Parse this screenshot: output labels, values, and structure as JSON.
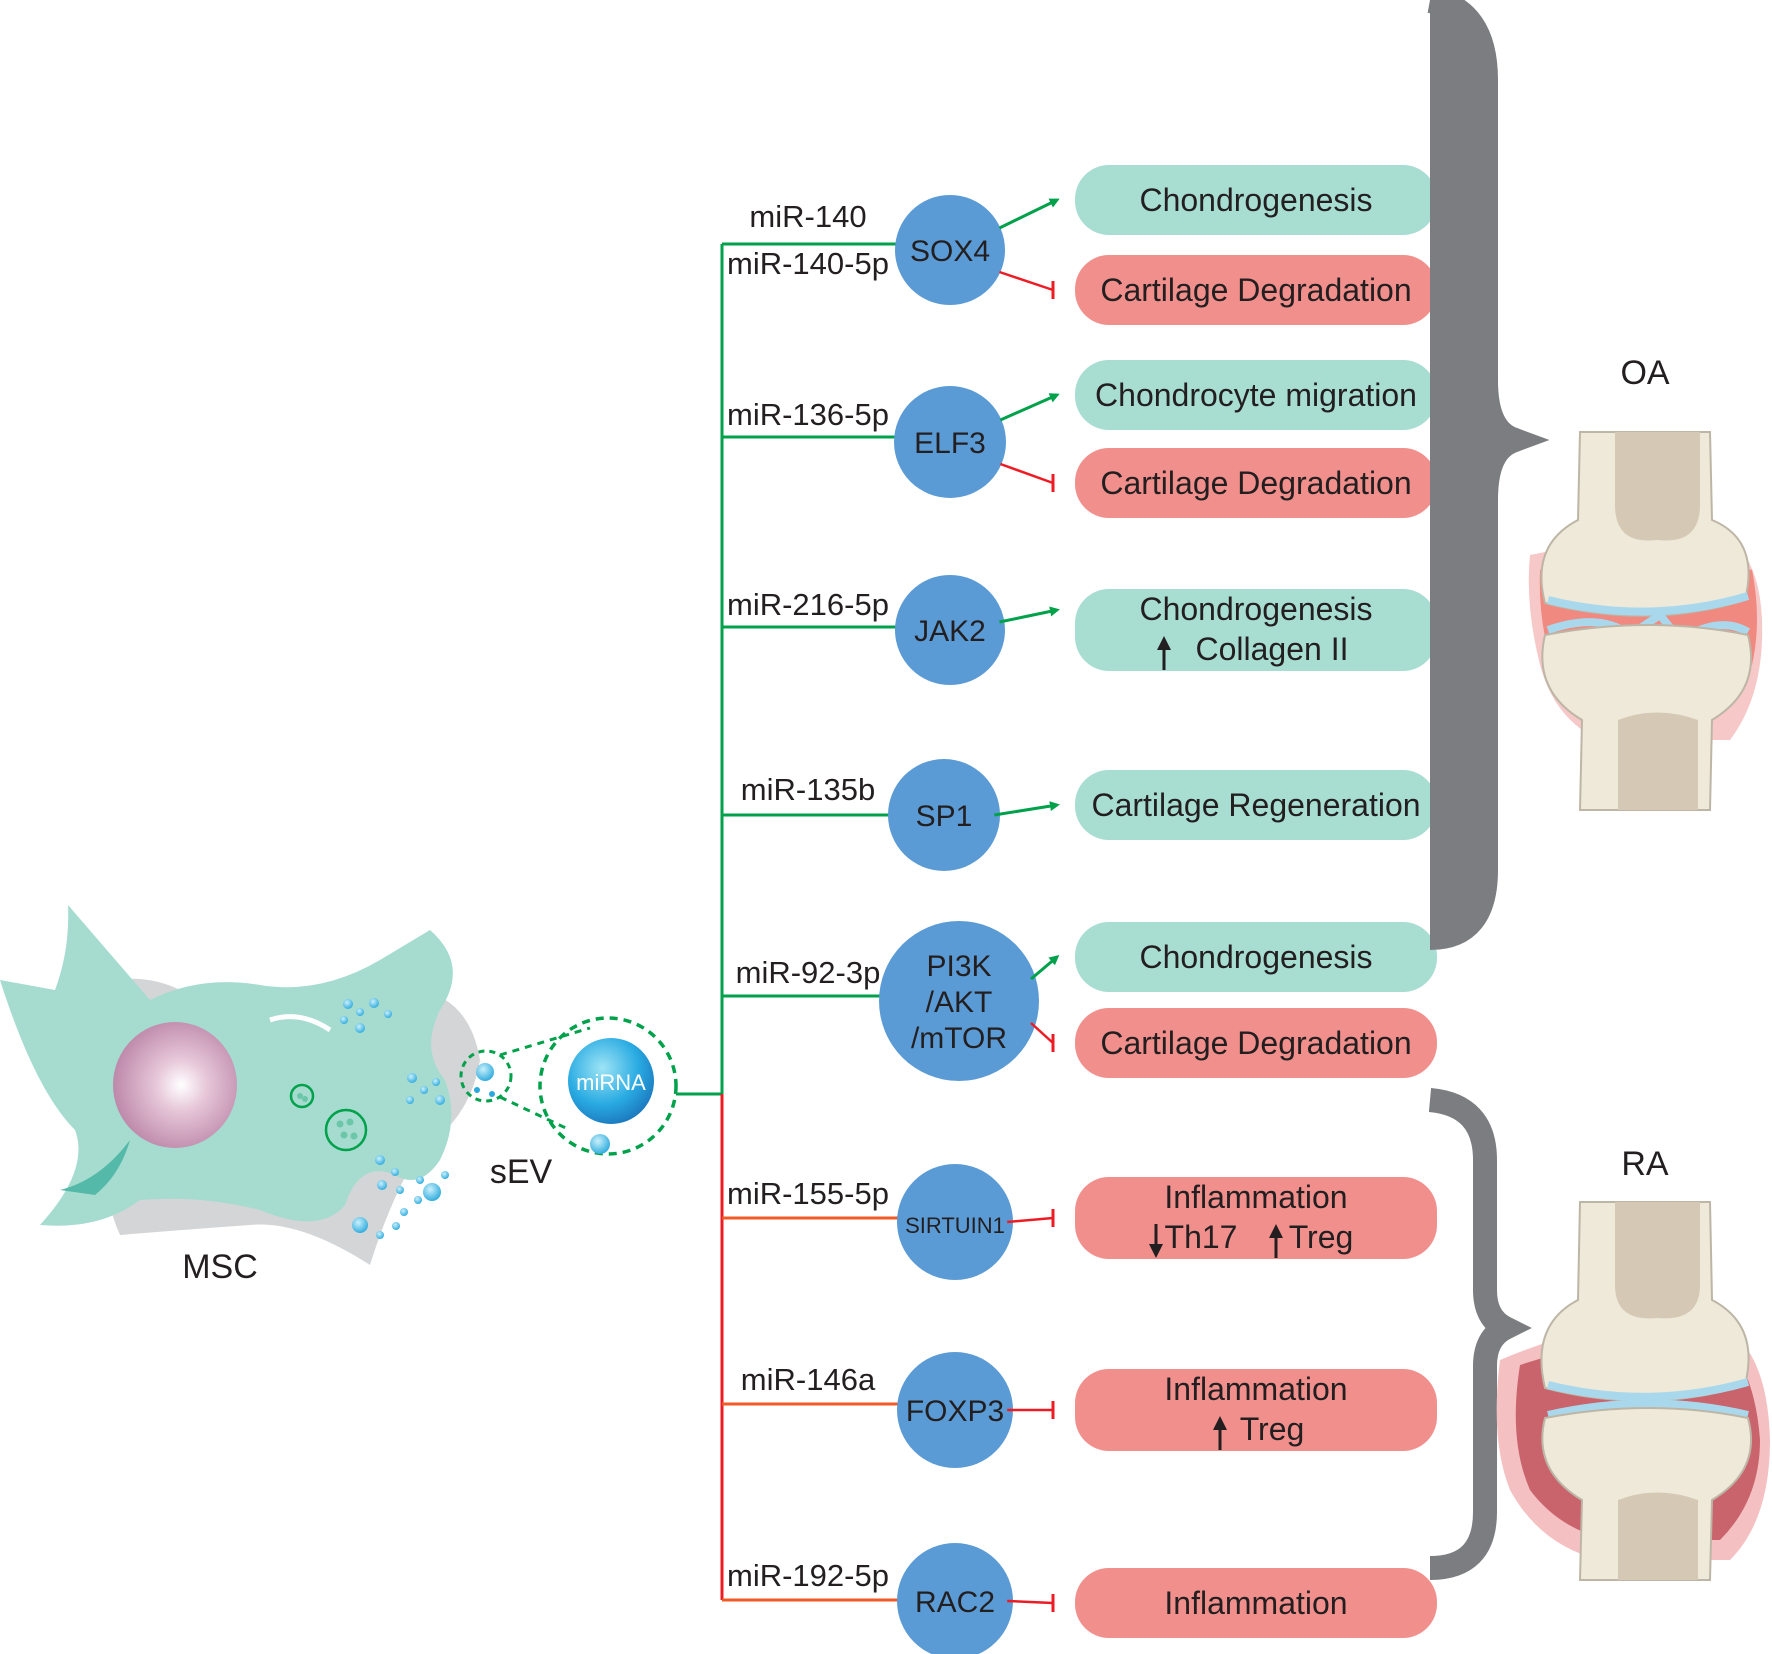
{
  "cell": {
    "label": "MSC"
  },
  "vesicle": {
    "label": "sEV",
    "cargo_label": "miRNA"
  },
  "pathways": [
    {
      "mirnas": [
        "miR-140",
        "miR-140-5p"
      ],
      "target": [
        "SOX4"
      ],
      "color": "#00a14b",
      "outcomes": [
        {
          "lines": [
            "Chondrogenesis"
          ],
          "effect": "promote"
        },
        {
          "lines": [
            "Cartilage Degradation"
          ],
          "effect": "inhibit"
        }
      ]
    },
    {
      "mirnas": [
        "miR-136-5p"
      ],
      "target": [
        "ELF3"
      ],
      "color": "#00a14b",
      "outcomes": [
        {
          "lines": [
            "Chondrocyte migration"
          ],
          "effect": "promote"
        },
        {
          "lines": [
            "Cartilage Degradation"
          ],
          "effect": "inhibit"
        }
      ]
    },
    {
      "mirnas": [
        "miR-216-5p"
      ],
      "target": [
        "JAK2"
      ],
      "color": "#00a14b",
      "outcomes": [
        {
          "lines": [
            "Chondrogenesis",
            "Collagen II"
          ],
          "effect": "promote"
        }
      ]
    },
    {
      "mirnas": [
        "miR-135b"
      ],
      "target": [
        "SP1"
      ],
      "color": "#00a14b",
      "outcomes": [
        {
          "lines": [
            "Cartilage Regeneration"
          ],
          "effect": "promote"
        }
      ]
    },
    {
      "mirnas": [
        "miR-92-3p"
      ],
      "target": [
        "PI3K",
        "/AKT",
        "/mTOR"
      ],
      "color": "#00a14b",
      "outcomes": [
        {
          "lines": [
            "Chondrogenesis"
          ],
          "effect": "promote"
        },
        {
          "lines": [
            "Cartilage Degradation"
          ],
          "effect": "inhibit"
        }
      ]
    },
    {
      "mirnas": [
        "miR-155-5p"
      ],
      "target": [
        "SIRTUIN1"
      ],
      "color": "#f15a24",
      "outcomes": [
        {
          "lines": [
            "Inflammation",
            "Th17",
            "Treg"
          ],
          "effect": "inhibit"
        }
      ]
    },
    {
      "mirnas": [
        "miR-146a"
      ],
      "target": [
        "FOXP3"
      ],
      "color": "#f15a24",
      "outcomes": [
        {
          "lines": [
            "Inflammation",
            "Treg"
          ],
          "effect": "inhibit"
        }
      ]
    },
    {
      "mirnas": [
        "miR-192-5p"
      ],
      "target": [
        "RAC2"
      ],
      "color": "#f15a24",
      "outcomes": [
        {
          "lines": [
            "Inflammation"
          ],
          "effect": "inhibit"
        }
      ]
    }
  ],
  "diseases": [
    {
      "label": "OA"
    },
    {
      "label": "RA"
    }
  ],
  "colors": {
    "promote_line": "#00a14b",
    "inhibit_line": "#ed1c24",
    "promote_box": "#a8ddd2",
    "inhibit_box": "#f08f8c",
    "target_node": "#5b9bd5",
    "bracket": "#7c7d80",
    "cell_body": "#a5dccf"
  }
}
